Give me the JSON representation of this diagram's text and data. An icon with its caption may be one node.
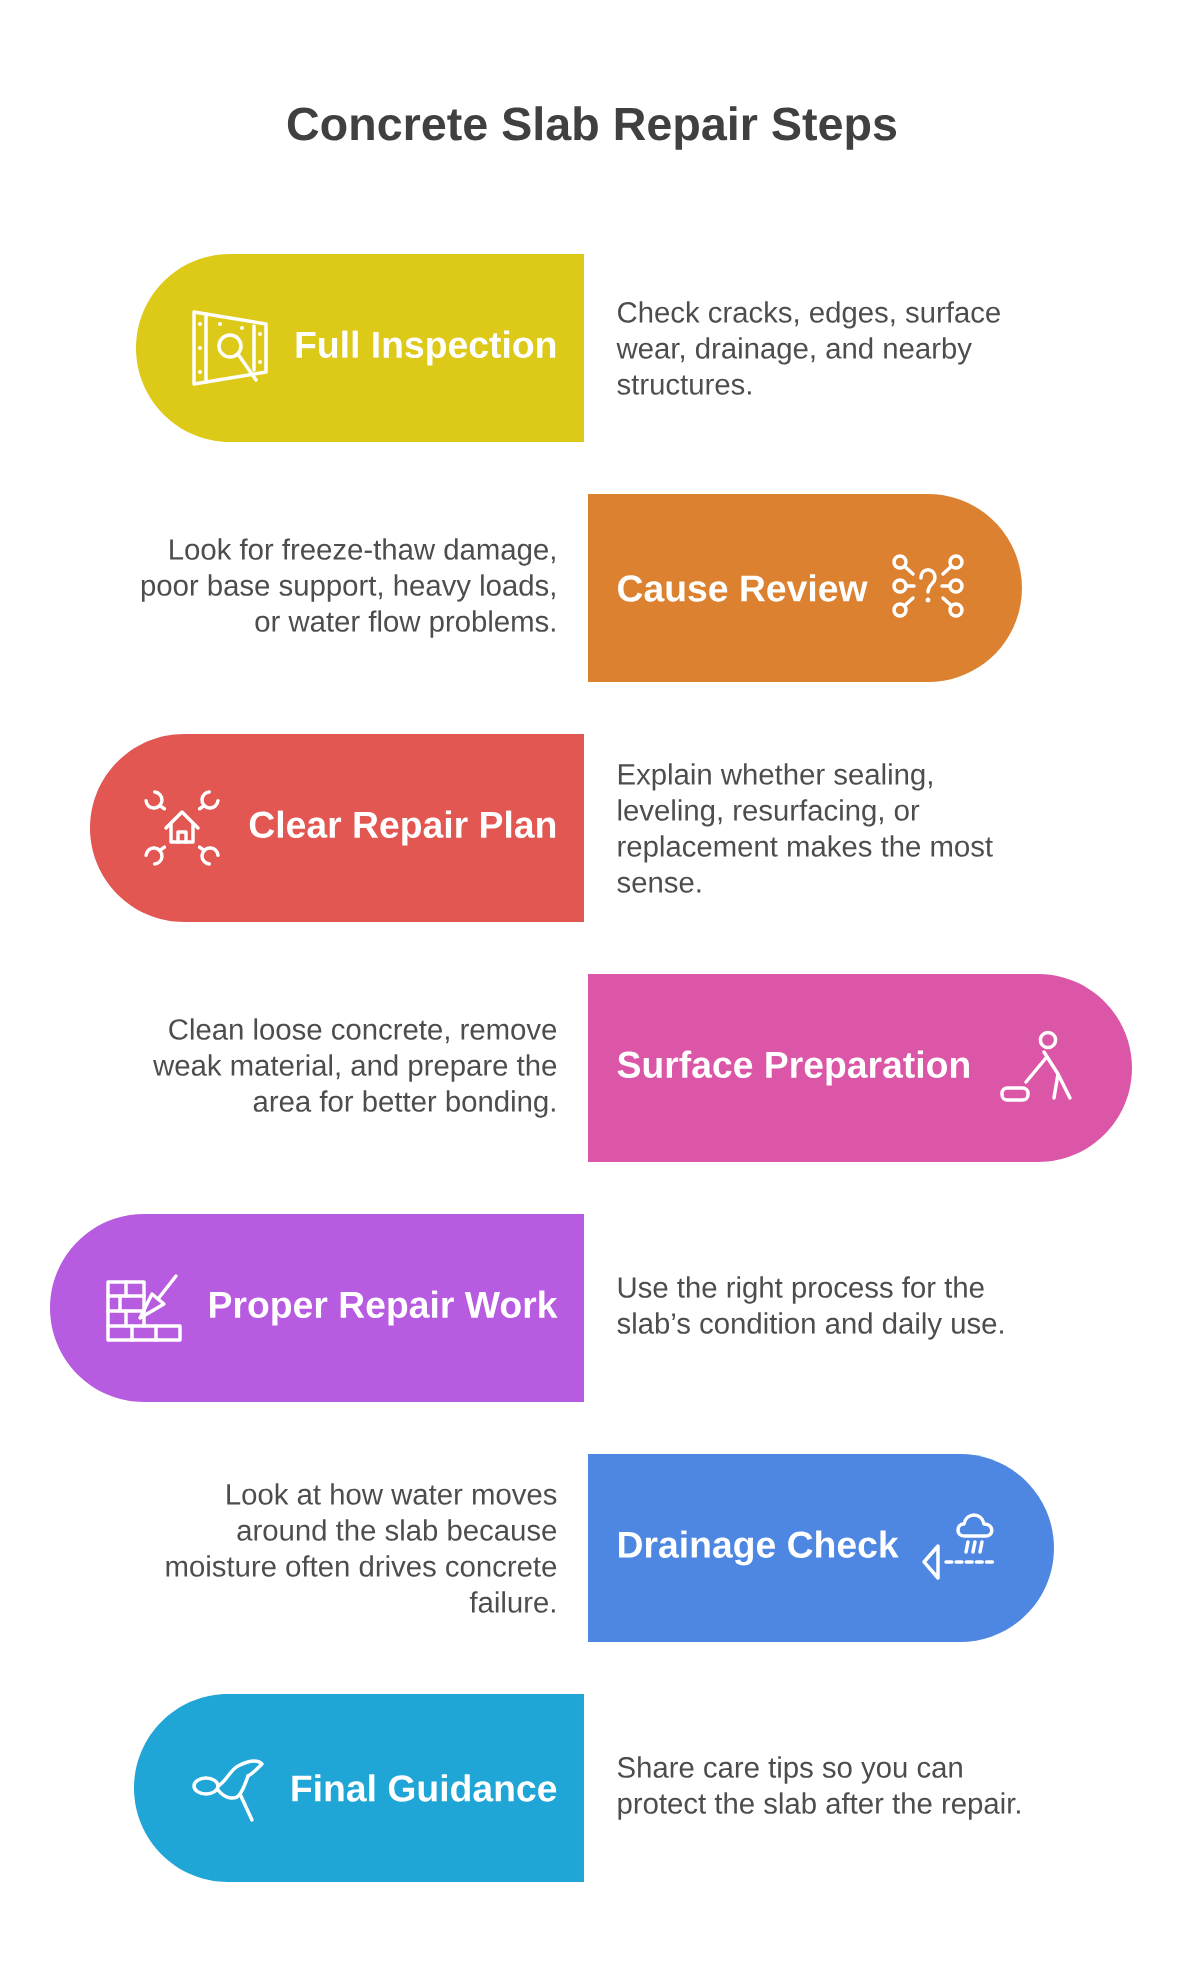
{
  "diagram": {
    "title": "Concrete Slab Repair Steps",
    "nodes": [
      {
        "text": [
          "Full Inspection"
        ],
        "beside": [
          "Check cracks, edges, surface wear, drainage, and nearby structures."
        ]
      },
      {
        "text": [
          "Cause Review"
        ],
        "beside": [
          "Look for freeze-thaw damage, poor base support, heavy loads, or water flow problems."
        ]
      },
      {
        "text": [
          "Clear Repair Plan"
        ],
        "beside": [
          "Explain whether sealing, leveling, resurfacing, or replacement makes the most sense."
        ]
      },
      {
        "text": [
          "Surface Preparation"
        ],
        "beside": [
          "Clean loose concrete, remove weak material, and prepare the area for better bonding."
        ]
      },
      {
        "text": [
          "Proper Repair Work"
        ],
        "beside": [
          "Use the right process for the slab’s condition and daily use."
        ]
      },
      {
        "text": [
          "Drainage Check"
        ],
        "beside": [
          "Look at how water moves around the slab because moisture often drives concrete failure."
        ]
      },
      {
        "text": [
          "Final Guidance"
        ],
        "beside": [
          "Share care tips so you can protect the slab after the repair."
        ]
      }
    ]
  }
}
